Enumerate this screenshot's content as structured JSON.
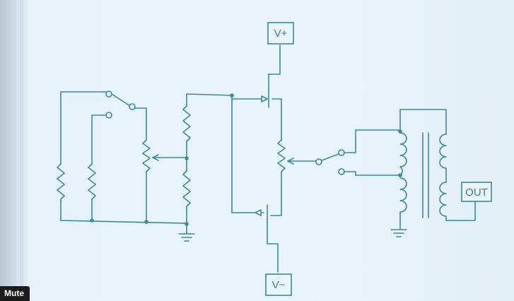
{
  "labels": {
    "v_plus": "V+",
    "v_minus": "V−",
    "out": "OUT"
  },
  "overlay": {
    "mute_label": "Mute"
  },
  "colors": {
    "ink": "#3a8a9a",
    "background": "#e9f4fa"
  }
}
